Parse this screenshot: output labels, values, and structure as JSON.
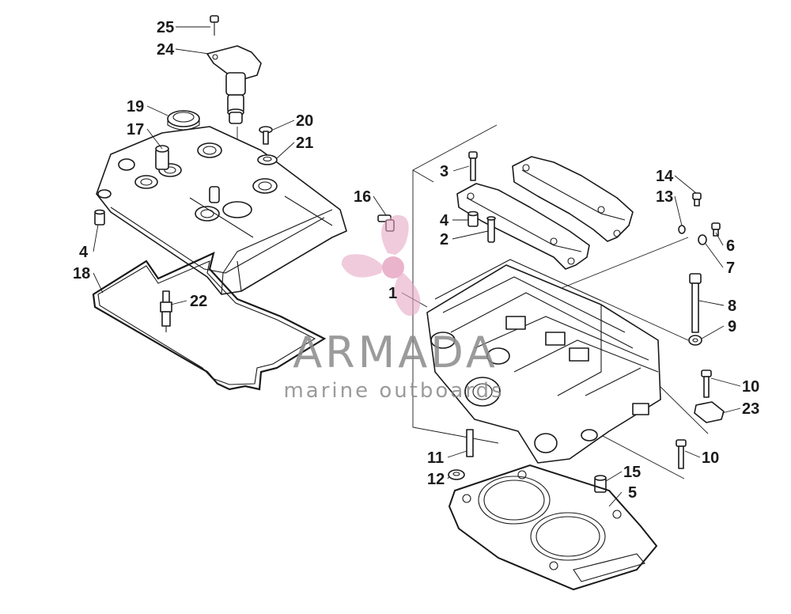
{
  "diagram": {
    "callouts": {
      "c1": "1",
      "c2": "2",
      "c3": "3",
      "c4a": "4",
      "c4b": "4",
      "c5": "5",
      "c6": "6",
      "c7": "7",
      "c8": "8",
      "c9": "9",
      "c10a": "10",
      "c10b": "10",
      "c11": "11",
      "c12": "12",
      "c13": "13",
      "c14": "14",
      "c15": "15",
      "c16": "16",
      "c17": "17",
      "c18": "18",
      "c19": "19",
      "c20": "20",
      "c21": "21",
      "c22": "22",
      "c23": "23",
      "c24": "24",
      "c25": "25"
    }
  },
  "watermark": {
    "brand": "ARMADA",
    "tagline": "marine outboards",
    "logo_color": "#e7a8c4",
    "text_color": "#8a8a8a"
  },
  "colors": {
    "line": "#1a1a1a",
    "background": "#ffffff"
  }
}
